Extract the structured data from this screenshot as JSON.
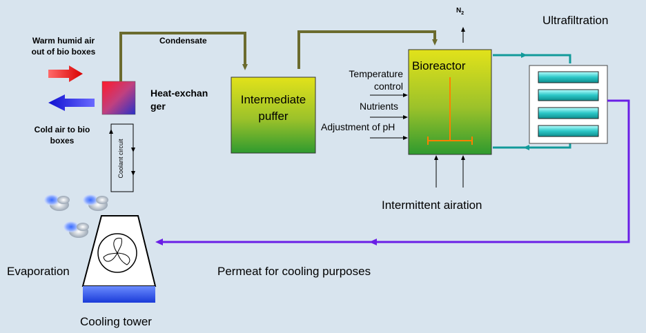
{
  "colors": {
    "background": "#d8e4ee",
    "pipe": "#6b6b2e",
    "permeate": "#6a1ee6",
    "teal": "#129a9a",
    "hot_arrow": "#e81010",
    "cold_arrow": "#1020e8"
  },
  "labels": {
    "warm_air": "Warm humid air out of bio boxes",
    "cold_air": "Cold air to bio boxes",
    "heat_exchanger": "Heat-exchanger",
    "condensate": "Condensate",
    "coolant_circuit": "Coolant circuit",
    "intermediate_puffer": "Intermediate puffer",
    "temperature_control": "Temperature control",
    "nutrients": "Nutrients",
    "ph_adjustment": "Adjustment of pH",
    "bioreactor": "Bioreactor",
    "n2": "N",
    "n2_sub": "2",
    "ultrafiltration": "Ultrafiltration",
    "intermittent_airation": "Intermittent airation",
    "permeat": "Permeat for cooling purposes",
    "evaporation": "Evaporation",
    "cooling_tower": "Cooling tower"
  }
}
